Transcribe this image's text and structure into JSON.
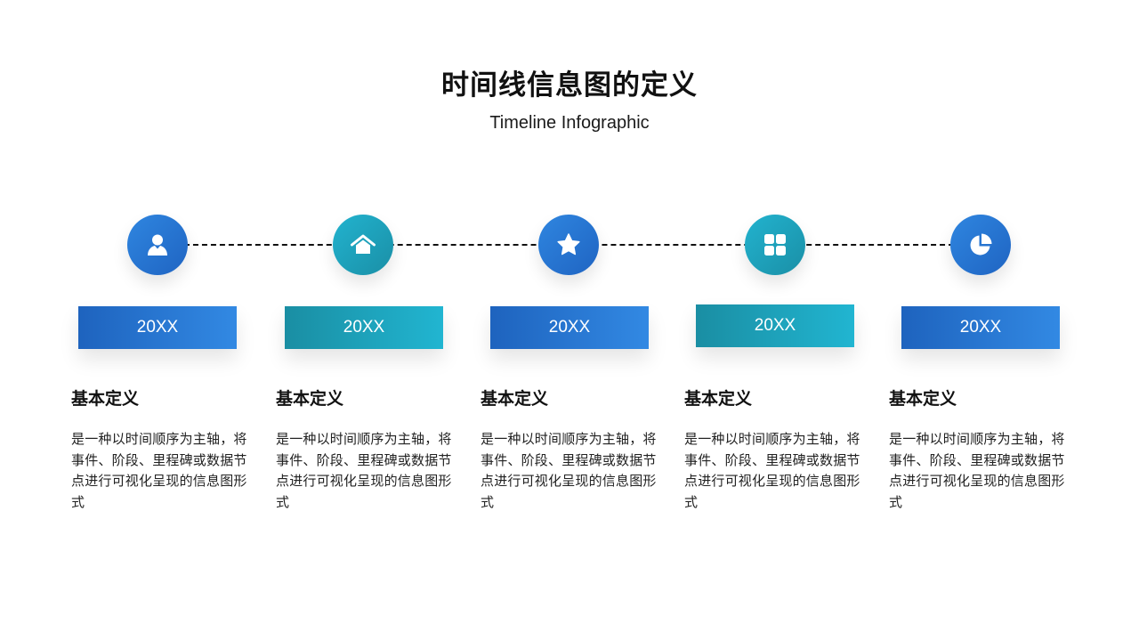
{
  "header": {
    "title": "时间线信息图的定义",
    "subtitle": "Timeline Infographic"
  },
  "colors": {
    "blue_light": "#3289e3",
    "blue_dark": "#1e63be",
    "teal_light": "#21b5d1",
    "teal_dark": "#1a8ea3",
    "dash_line": "#111111",
    "text": "#111111"
  },
  "timeline": {
    "items": [
      {
        "icon": "user-icon",
        "theme": "blue",
        "year": "20XX",
        "heading": "基本定义",
        "body": "是一种以时间顺序为主轴，将事件、阶段、里程碑或数据节点进行可视化呈现的信息图形式"
      },
      {
        "icon": "home-icon",
        "theme": "teal",
        "year": "20XX",
        "heading": "基本定义",
        "body": "是一种以时间顺序为主轴，将事件、阶段、里程碑或数据节点进行可视化呈现的信息图形式"
      },
      {
        "icon": "star-icon",
        "theme": "blue",
        "year": "20XX",
        "heading": "基本定义",
        "body": "是一种以时间顺序为主轴，将事件、阶段、里程碑或数据节点进行可视化呈现的信息图形式"
      },
      {
        "icon": "grid-icon",
        "theme": "teal",
        "year": "20XX",
        "heading": "基本定义",
        "body": "是一种以时间顺序为主轴，将事件、阶段、里程碑或数据节点进行可视化呈现的信息图形式"
      },
      {
        "icon": "pie-chart-icon",
        "theme": "blue",
        "year": "20XX",
        "heading": "基本定义",
        "body": "是一种以时间顺序为主轴，将事件、阶段、里程碑或数据节点进行可视化呈现的信息图形式"
      }
    ]
  }
}
